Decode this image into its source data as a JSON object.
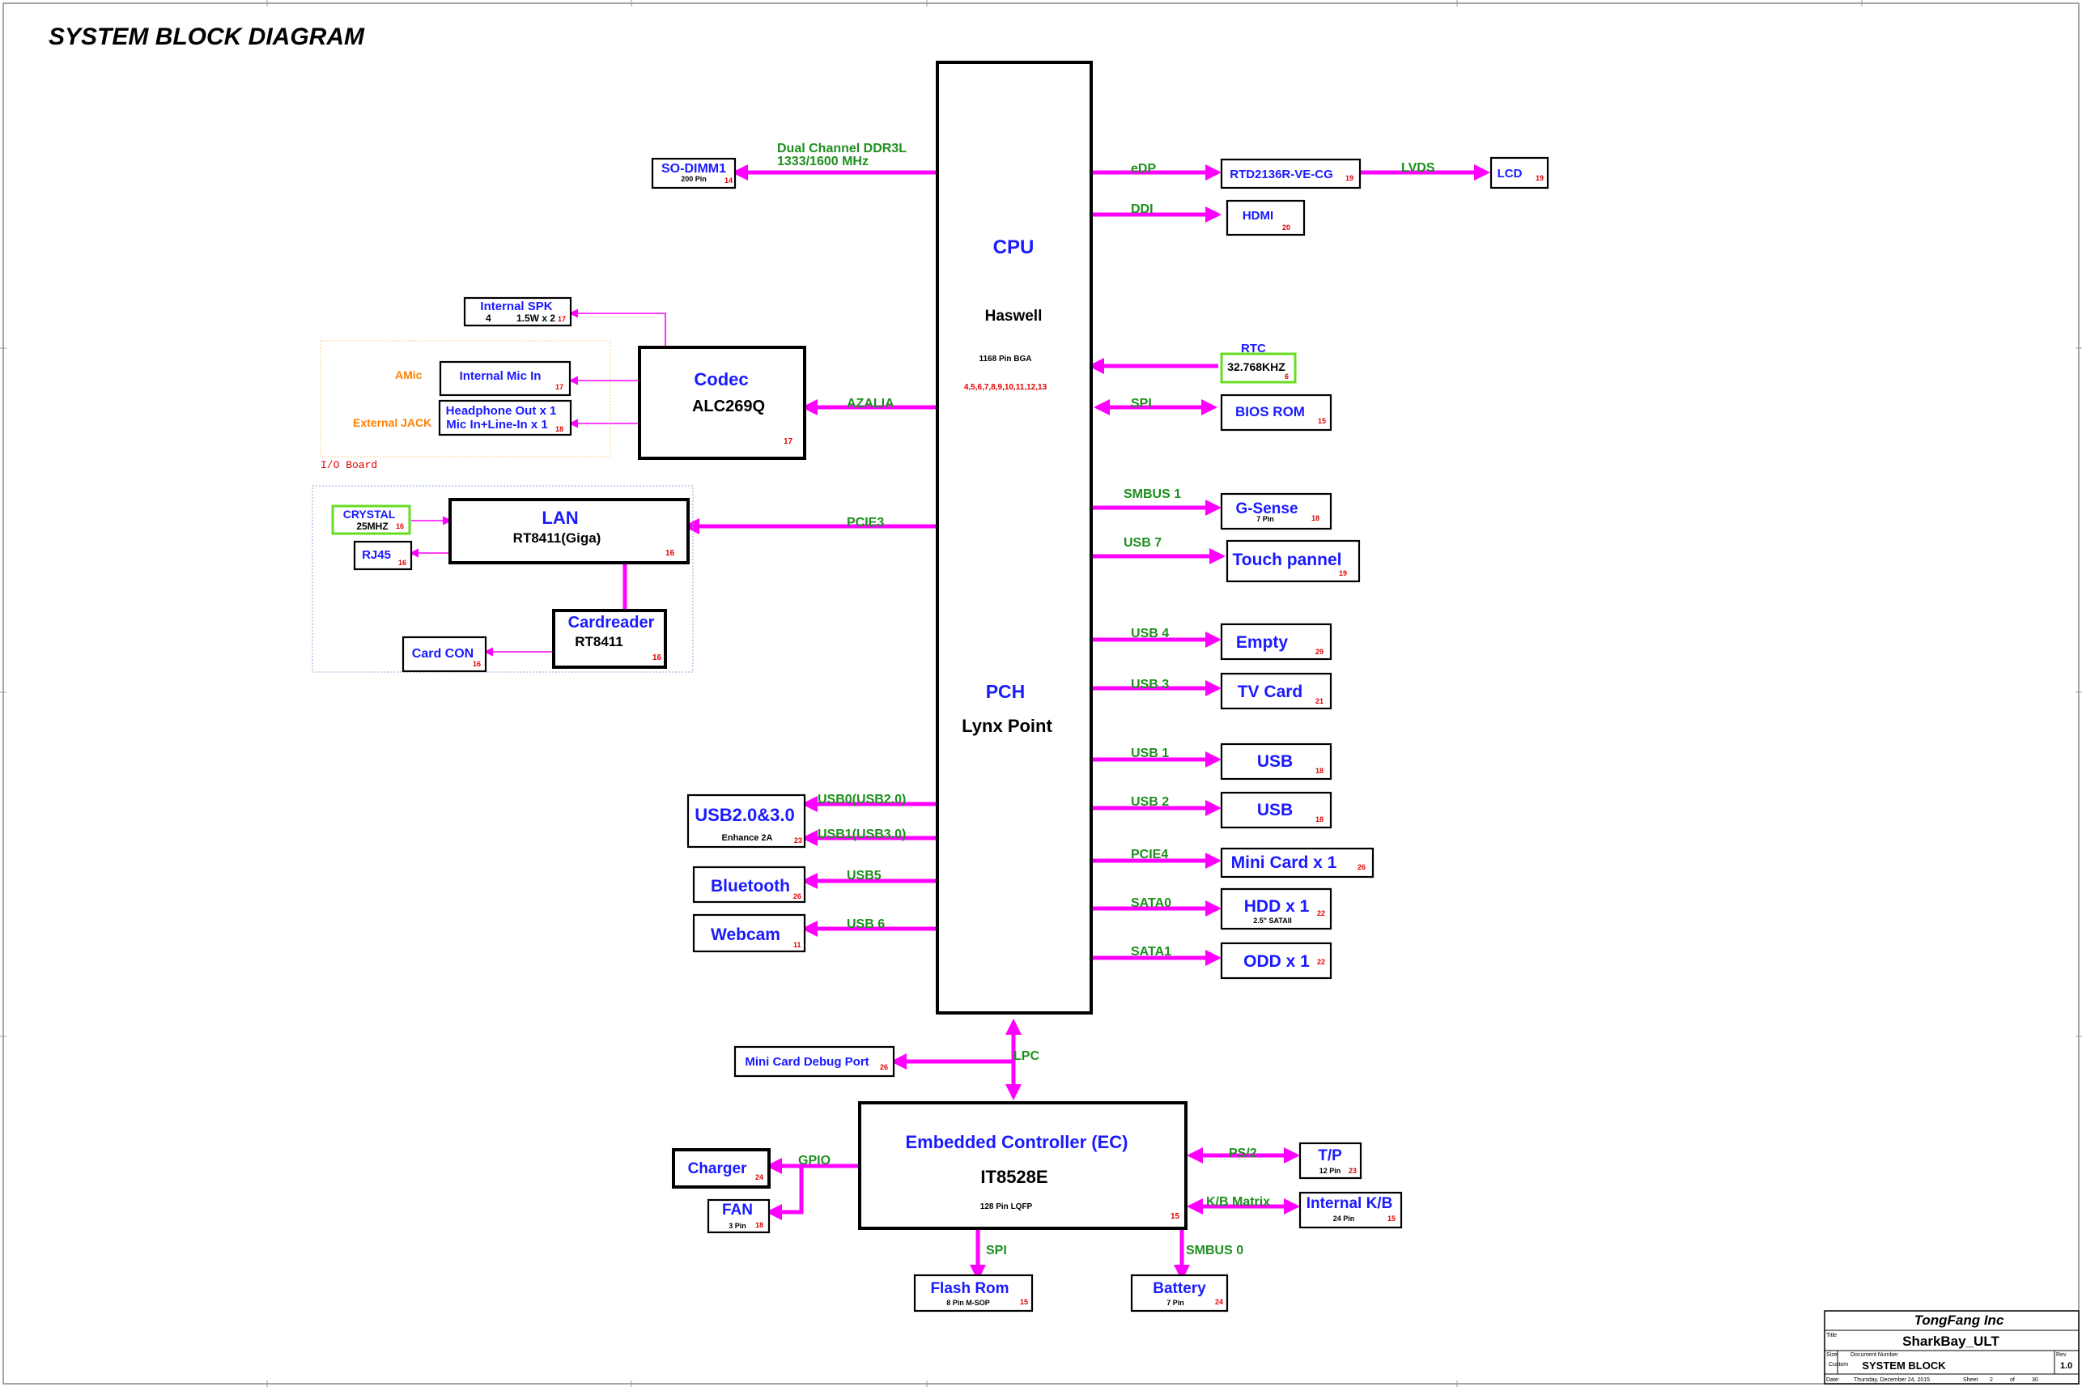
{
  "title": "SYSTEM BLOCK DIAGRAM",
  "cpu": {
    "name": "CPU",
    "model": "Haswell",
    "package": "1168 Pin BGA",
    "pages": "4,5,6,7,8,9,10,11,12,13"
  },
  "pch": {
    "name": "PCH",
    "model": "Lynx Point"
  },
  "ec": {
    "name": "Embedded Controller (EC)",
    "model": "IT8528E",
    "package": "128 Pin LQFP",
    "page": "15"
  },
  "codec": {
    "name": "Codec",
    "model": "ALC269Q",
    "page": "17"
  },
  "lan": {
    "name": "LAN",
    "model": "RT8411(Giga)",
    "page": "16"
  },
  "cardreader": {
    "name": "Cardreader",
    "model": "RT8411",
    "page": "16"
  },
  "sodimm": {
    "name": "SO-DIMM1",
    "sub": "200 Pin",
    "page": "14"
  },
  "spk": {
    "name": "Internal SPK",
    "sub1": "4",
    "sub2": "1.5W x 2",
    "page": "17"
  },
  "mic": {
    "name": "Internal Mic In",
    "page": "17"
  },
  "hp": {
    "line1": "Headphone Out x 1",
    "line2": "Mic In+Line-In x 1",
    "page": "18"
  },
  "amic_label": "AMic",
  "extjack_label": "External JACK",
  "ioboard_label": "I/O Board",
  "crystal": {
    "name": "CRYSTAL",
    "sub": "25MHZ",
    "page": "16"
  },
  "rj45": {
    "name": "RJ45",
    "page": "16"
  },
  "cardcon": {
    "name": "Card CON",
    "page": "16"
  },
  "usb23": {
    "name": "USB2.0&3.0",
    "sub": "Enhance 2A",
    "page": "23"
  },
  "bt": {
    "name": "Bluetooth",
    "page": "26"
  },
  "webcam": {
    "name": "Webcam",
    "page": "11"
  },
  "rtd": {
    "name": "RTD2136R-VE-CG",
    "page": "19"
  },
  "lcd": {
    "name": "LCD",
    "page": "19"
  },
  "hdmi": {
    "name": "HDMI",
    "page": "20"
  },
  "rtc_xtal": {
    "name": "32.768KHZ",
    "page": "6"
  },
  "bios": {
    "name": "BIOS ROM",
    "page": "15"
  },
  "gsense": {
    "name": "G-Sense",
    "sub": "7 Pin",
    "page": "18"
  },
  "touch": {
    "name": "Touch pannel",
    "page": "19"
  },
  "empty": {
    "name": "Empty",
    "page": "29"
  },
  "tvcard": {
    "name": "TV Card",
    "page": "21"
  },
  "usb1box": {
    "name": "USB",
    "page": "18"
  },
  "usb2box": {
    "name": "USB",
    "page": "18"
  },
  "minicard": {
    "name": "Mini Card x 1",
    "page": "26"
  },
  "hdd": {
    "name": "HDD x 1",
    "sub": "2.5\" SATAII",
    "page": "22"
  },
  "odd": {
    "name": "ODD x 1",
    "page": "22"
  },
  "debug": {
    "name": "Mini Card Debug Port",
    "page": "26"
  },
  "charger": {
    "name": "Charger",
    "page": "24"
  },
  "fan": {
    "name": "FAN",
    "sub": "3 Pin",
    "page": "18"
  },
  "flash": {
    "name": "Flash Rom",
    "sub": "8 Pin M-SOP",
    "page": "15"
  },
  "battery": {
    "name": "Battery",
    "sub": "7 Pin",
    "page": "24"
  },
  "tp": {
    "name": "T/P",
    "sub": "12 Pin",
    "page": "23"
  },
  "kb": {
    "name": "Internal K/B",
    "sub": "24 Pin",
    "page": "15"
  },
  "buses": {
    "ddr_line1": "Dual Channel DDR3L",
    "ddr_line2": "1333/1600 MHz",
    "edp": "eDP",
    "lvds": "LVDS",
    "ddi": "DDI",
    "rtc": "RTC",
    "spi_bios": "SPI",
    "azalia": "AZALIA",
    "pcie3": "PCIE3",
    "smbus1": "SMBUS 1",
    "usb7": "USB 7",
    "usb4": "USB 4",
    "usb3": "USB 3",
    "usb1": "USB 1",
    "usb2": "USB 2",
    "pcie4": "PCIE4",
    "sata0": "SATA0",
    "sata1": "SATA1",
    "usb0_20": "USB0(USB2.0)",
    "usb1_30": "USB1(USB3.0)",
    "usb5": "USB5",
    "usb6": "USB 6",
    "lpc": "LPC",
    "gpio": "GPIO",
    "spi_ec": "SPI",
    "smbus0": "SMBUS 0",
    "ps2": "PS/2",
    "kbmatrix": "K/B Matrix"
  },
  "titleblock": {
    "company": "TongFang Inc",
    "title_label": "Title",
    "title": "SharkBay_ULT",
    "size_label": "Size",
    "size": "Custom",
    "docnum_label": "Document Number",
    "docnum": "SYSTEM BLOCK",
    "rev_label": "Rev",
    "rev": "1.0",
    "date_label": "Date:",
    "date": "Thursday, December 24, 2015",
    "sheet_label": "Sheet",
    "sheet": "2",
    "of_label": "of",
    "total": "30"
  }
}
